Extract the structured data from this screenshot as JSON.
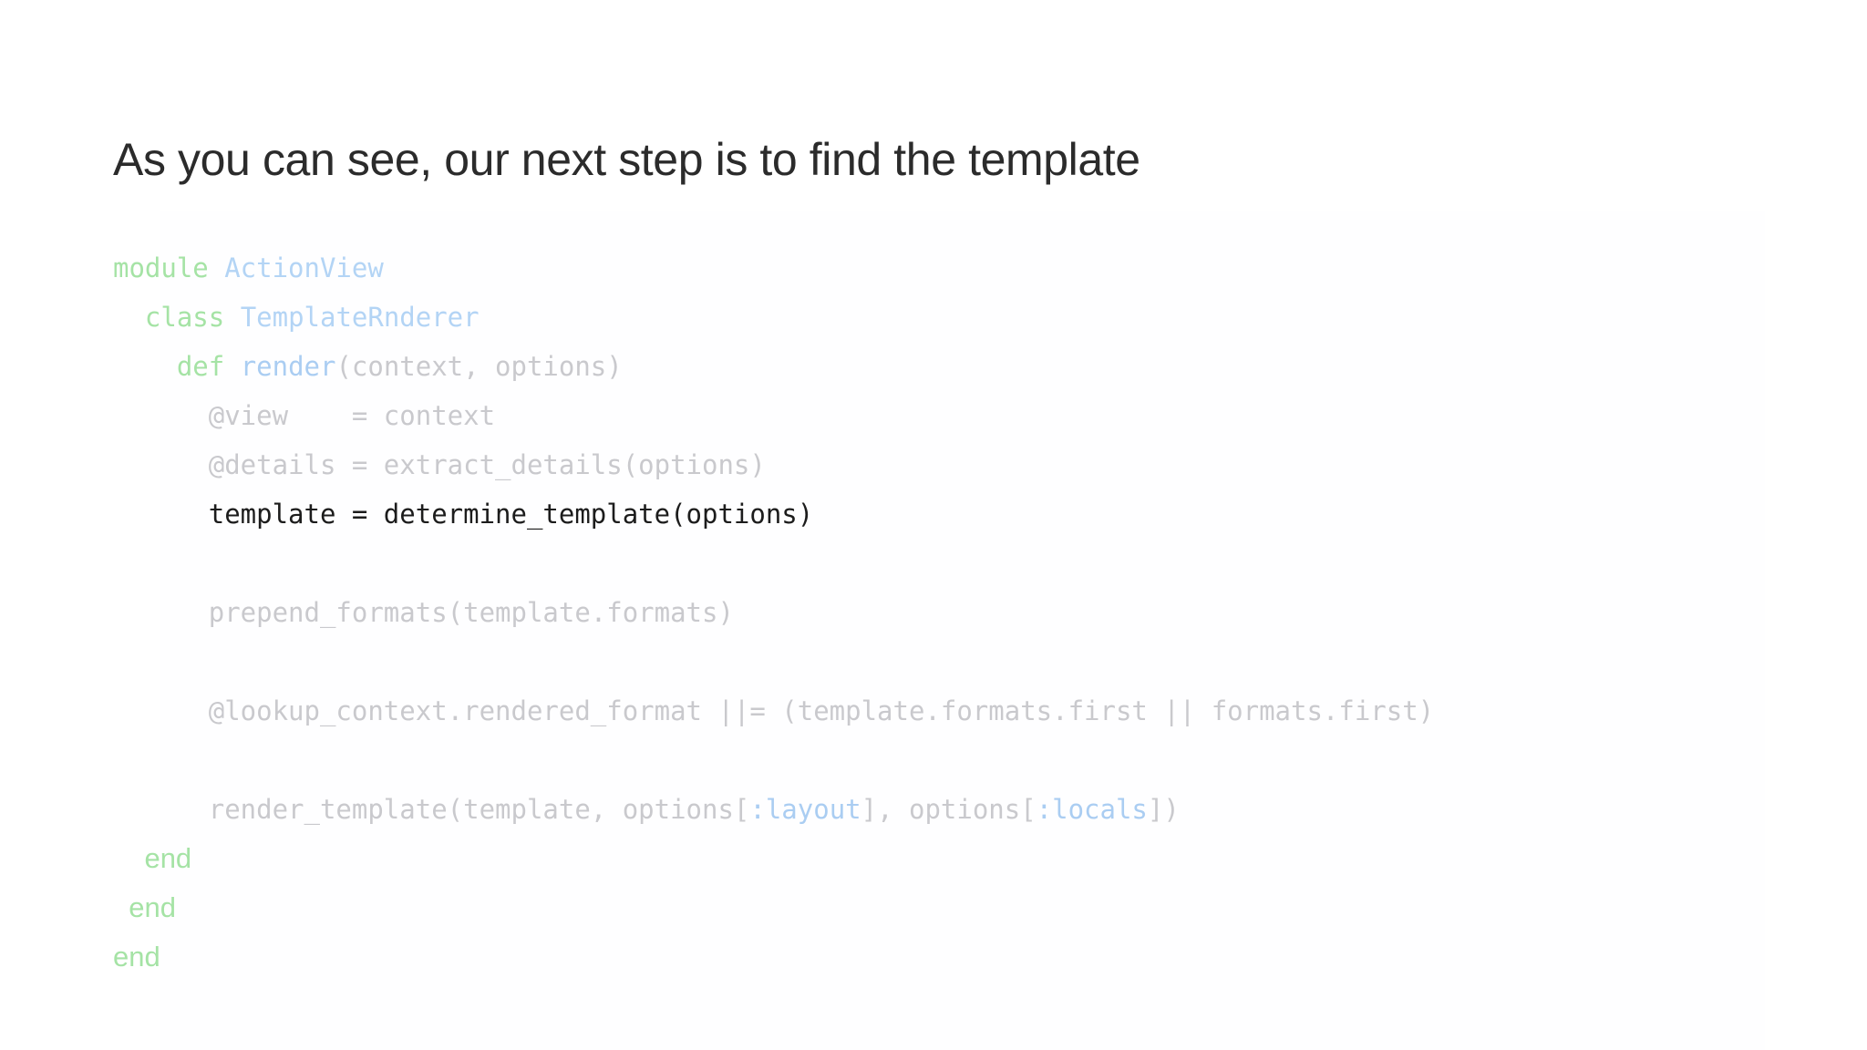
{
  "slide": {
    "title": "As you can see, our next step is to find the template",
    "background_color": "#ffffff",
    "title_color": "#2b2b2b"
  },
  "palette": {
    "keyword_green": "#a5e3a5",
    "constant_blue": "#b3d4f5",
    "symbol_blue": "#aacdf2",
    "dimmed_gray": "#c9c9cd",
    "highlight_dark": "#1c1c1c"
  },
  "code": {
    "language": "ruby",
    "full_text": "module ActionView\n  class TemplateRnderer\n    def render(context, options)\n      @view    = context\n      @details = extract_details(options)\n      template = determine_template(options)\n\n      prepend_formats(template.formats)\n\n      @lookup_context.rendered_format ||= (template.formats.first || formats.first)\n\n      render_template(template, options[:layout], options[:locals])\n    end\n  end\nend",
    "lines": [
      {
        "id": "line-1",
        "tokens": [
          {
            "text": "module ",
            "style": "tok-kw"
          },
          {
            "text": "ActionView",
            "style": "tok-const"
          }
        ]
      },
      {
        "id": "line-2",
        "tokens": [
          {
            "text": "  class ",
            "style": "tok-kw"
          },
          {
            "text": "TemplateRnderer",
            "style": "tok-const"
          }
        ]
      },
      {
        "id": "line-3",
        "tokens": [
          {
            "text": "    def ",
            "style": "tok-kw"
          },
          {
            "text": "render",
            "style": "tok-fn"
          },
          {
            "text": "(context, options)",
            "style": "tok-dim"
          }
        ]
      },
      {
        "id": "line-4",
        "tokens": [
          {
            "text": "      @view    = context",
            "style": "tok-dim"
          }
        ]
      },
      {
        "id": "line-5",
        "tokens": [
          {
            "text": "      @details = extract_details(options)",
            "style": "tok-dim"
          }
        ]
      },
      {
        "id": "line-6",
        "tokens": [
          {
            "text": "      template = determine_template(options)",
            "style": "tok-hl"
          }
        ]
      },
      {
        "id": "line-7",
        "tokens": [
          {
            "text": "",
            "style": "tok-dim"
          }
        ]
      },
      {
        "id": "line-8",
        "tokens": [
          {
            "text": "      prepend_formats(template.formats)",
            "style": "tok-dim"
          }
        ]
      },
      {
        "id": "line-9",
        "tokens": [
          {
            "text": "",
            "style": "tok-dim"
          }
        ]
      },
      {
        "id": "line-10",
        "tokens": [
          {
            "text": "      @lookup_context.rendered_format ||= (template.formats.first || formats.first)",
            "style": "tok-dim"
          }
        ]
      },
      {
        "id": "line-11",
        "tokens": [
          {
            "text": "",
            "style": "tok-dim"
          }
        ]
      },
      {
        "id": "line-12",
        "tokens": [
          {
            "text": "      render_template(template, options[",
            "style": "tok-dim"
          },
          {
            "text": ":layout",
            "style": "tok-sym"
          },
          {
            "text": "], options[",
            "style": "tok-dim"
          },
          {
            "text": ":locals",
            "style": "tok-sym"
          },
          {
            "text": "])",
            "style": "tok-dim"
          }
        ]
      },
      {
        "id": "line-13",
        "tokens": [
          {
            "text": "    end",
            "style": "tok-kw-end"
          }
        ]
      },
      {
        "id": "line-14",
        "tokens": [
          {
            "text": "  end",
            "style": "tok-kw-end"
          }
        ]
      },
      {
        "id": "line-15",
        "tokens": [
          {
            "text": "end",
            "style": "tok-kw-end"
          }
        ]
      }
    ]
  }
}
